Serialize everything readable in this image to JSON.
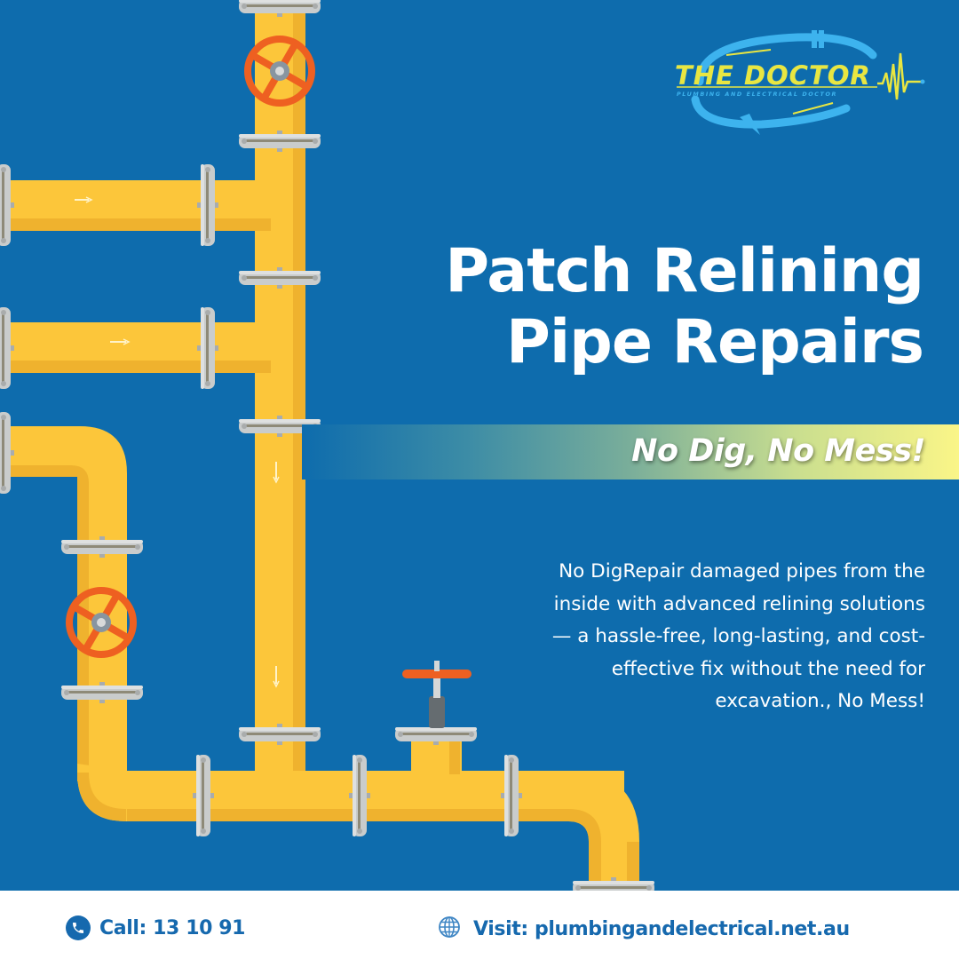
{
  "brand": {
    "name": "THE DOCTOR",
    "tagline": "PLUMBING AND ELECTRICAL DOCTOR",
    "logo_icon": "pipe-heartbeat-logo"
  },
  "headline": {
    "line1": "Patch Relining",
    "line2": "Pipe Repairs"
  },
  "banner": {
    "text": "No Dig, No Mess!"
  },
  "description": {
    "lines": [
      "No DigRepair damaged pipes from the",
      "inside with advanced relining solutions",
      "— a hassle-free, long-lasting, and cost-",
      "effective fix without the need for",
      "excavation., No Mess!"
    ]
  },
  "footer": {
    "call_label": "Call: 13 10 91",
    "call_icon": "phone-icon",
    "visit_label": "Visit: plumbingandelectrical.net.au",
    "visit_icon": "globe-icon"
  },
  "illustration": {
    "subject": "yellow pipe network with valves",
    "valve_icons": [
      "valve-wheel-icon",
      "valve-wheel-icon",
      "gate-valve-icon"
    ]
  },
  "colors": {
    "background": "#0E6CAD",
    "pipe_yellow": "#FCC63A",
    "pipe_shade": "#EFB22E",
    "flange_gray": "#C9CCCC",
    "valve_orange": "#EE6021",
    "logo_yellow": "#E9E641",
    "logo_cyan": "#3DB3EE",
    "footer_text": "#1669AE",
    "banner_end": "#FAF588"
  }
}
